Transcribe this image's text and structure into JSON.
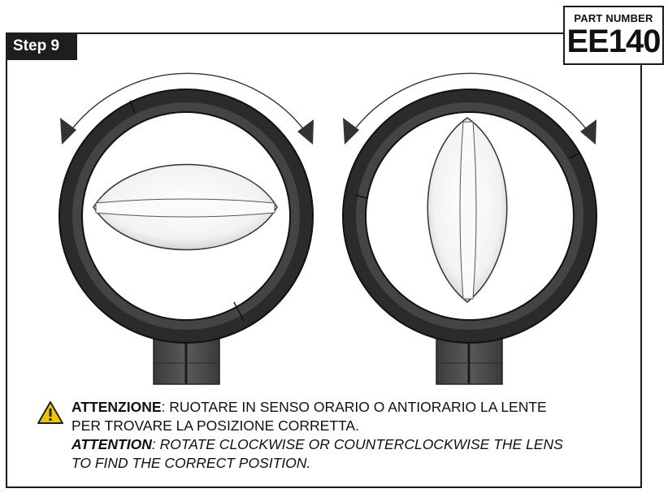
{
  "header": {
    "step_label": "Step 9",
    "part_number_label": "PART NUMBER",
    "part_number": "EE140"
  },
  "illustrations": [
    {
      "lens_orientation": "horizontal",
      "rotation_arrows": "clockwise and counterclockwise"
    },
    {
      "lens_orientation": "vertical",
      "rotation_arrows": "clockwise and counterclockwise"
    }
  ],
  "icons": {
    "warning": "warning-triangle-icon"
  },
  "colors": {
    "warning_fill": "#f2c300",
    "frame": "#1a1a1a",
    "tab": "#1e1e1e"
  },
  "notice": {
    "it_keyword": "ATTENZIONE",
    "it_line1_rest": ": RUOTARE IN SENSO ORARIO O ANTIORARIO LA LENTE",
    "it_line2": "PER TROVARE LA POSIZIONE CORRETTA.",
    "en_keyword": "ATTENTION",
    "en_line1_rest": ": ROTATE CLOCKWISE OR COUNTERCLOCKWISE THE LENS",
    "en_line2": "TO FIND THE CORRECT POSITION."
  }
}
